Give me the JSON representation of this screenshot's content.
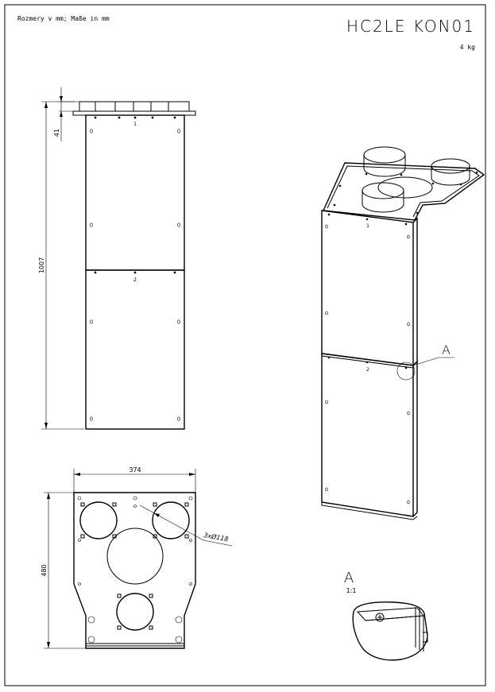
{
  "sheet": {
    "units_note": "Rozmery v mm; Maße in mm",
    "part_code": "HC2LE KON01",
    "weight": "4 kg"
  },
  "front_view": {
    "dim_height_total": "1007",
    "dim_flange": "41",
    "panel_label_top": "1",
    "panel_label_bottom": "2"
  },
  "bottom_view": {
    "dim_width": "374",
    "dim_depth": "480",
    "hole_callout": "3xØ118"
  },
  "iso_view": {
    "panel_label_top": "1",
    "panel_label_bottom": "2",
    "detail_marker": "A"
  },
  "detail": {
    "title": "A",
    "scale": "1:1"
  }
}
